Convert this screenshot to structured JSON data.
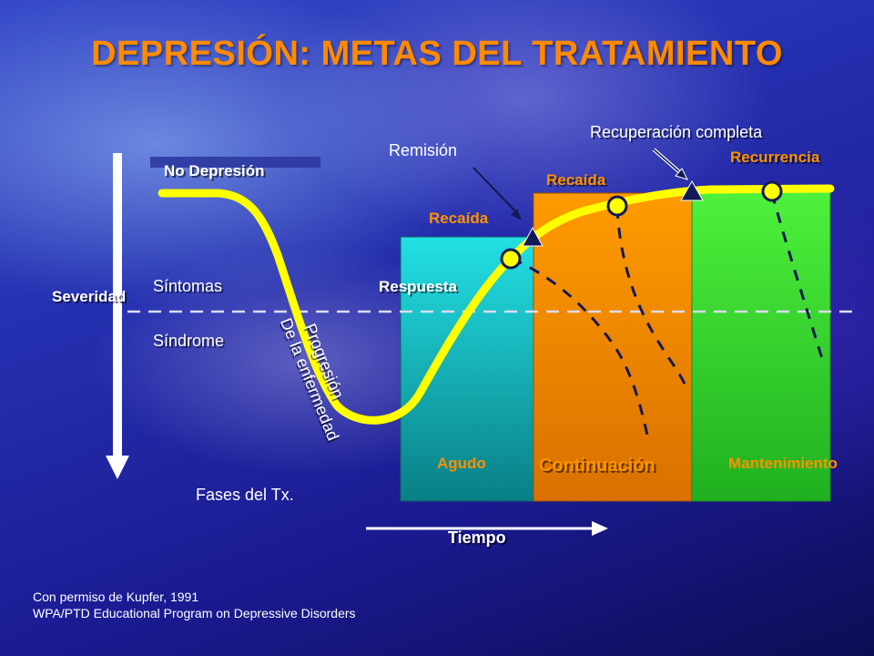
{
  "title": "DEPRESIÓN: METAS DEL TRATAMIENTO",
  "labels": {
    "no_depresion": "No Depresión",
    "severidad": "Severidad",
    "sintomas": "Síntomas",
    "sindrome": "Síndrome",
    "progresion": "Progresión",
    "de_la_enfermedad": "De la enfermedad",
    "fases": "Fases del Tx.",
    "remision": "Remisión",
    "recuperacion": "Recuperación completa",
    "recurrencia": "Recurrencia",
    "recaida_top": "Recaída",
    "recaida_left": "Recaída",
    "respuesta": "Respuesta",
    "tiempo": "Tiempo"
  },
  "phases": {
    "agudo": "Agudo",
    "continuacion": "Continuación",
    "mantenimiento": "Mantenimiento"
  },
  "credits": {
    "line1": "Con permiso de Kupfer, 1991",
    "line2": "WPA/PTD Educational Program on Depressive Disorders"
  },
  "colors": {
    "title": "#ff8a00",
    "curve": "#ffff00",
    "agudo": "#19b3b8",
    "continuacion": "#ff9a00",
    "mantenimiento": "#3fe83a",
    "phase_label": "#ff9100"
  }
}
